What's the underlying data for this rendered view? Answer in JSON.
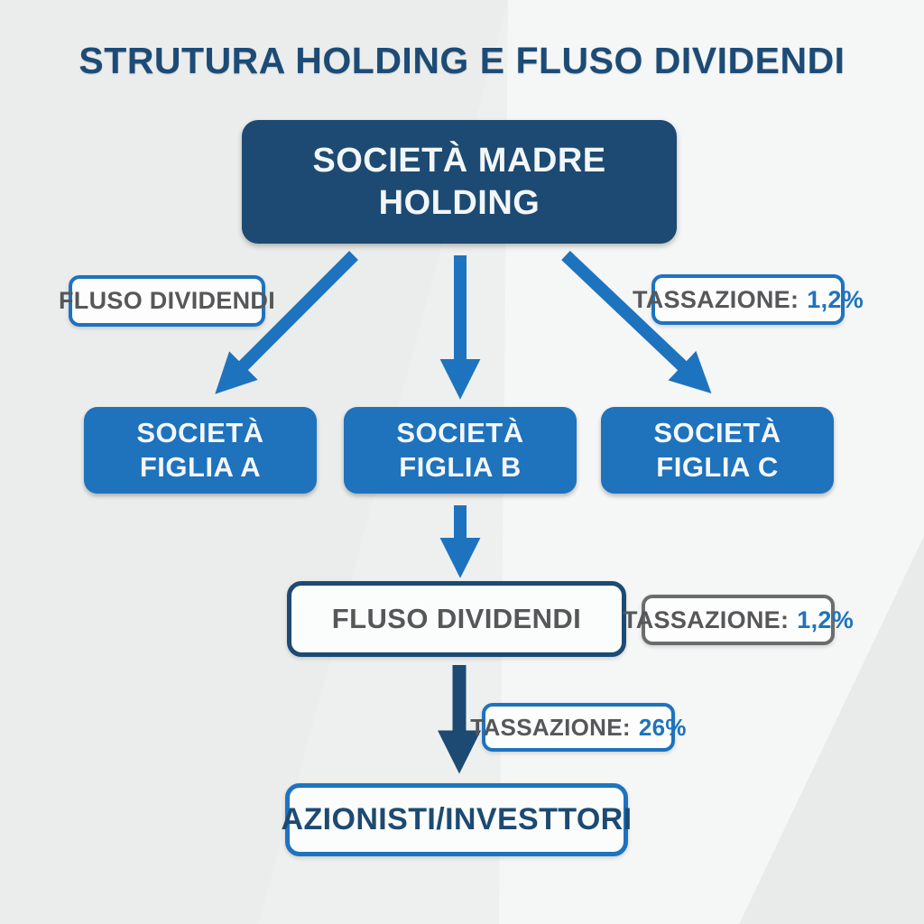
{
  "title": "STRUTURA HOLDING E FLUSO DIVIDENDI",
  "colors": {
    "navy": "#1c4a72",
    "blue": "#1e73be",
    "gray_text": "#565759",
    "gray_border": "#6b6c6e",
    "background": "#eef0f0"
  },
  "diagram": {
    "parent_box": {
      "line1": "SOCIETÀ MADRE",
      "line2": "HOLDING"
    },
    "flow_label_left": "FLUSO DIVIDENDI",
    "tax_label_top": {
      "prefix": "TASSAZIONE:",
      "value": "1,2%"
    },
    "subsidiaries": [
      {
        "line1": "SOCIETÀ",
        "line2": "FIGLIA A"
      },
      {
        "line1": "SOCIETÀ",
        "line2": "FIGLIA B"
      },
      {
        "line1": "SOCIETÀ",
        "line2": "FIGLIA C"
      }
    ],
    "flow_box_mid": "FLUSO DIVIDENDI",
    "tax_label_mid": {
      "prefix": "TASSAZIONE:",
      "value": "1,2%"
    },
    "tax_label_bottom": {
      "prefix": "TASSAZIONE:",
      "value": "26%"
    },
    "shareholders_box": "AZIONISTI/INVESTTORI"
  }
}
